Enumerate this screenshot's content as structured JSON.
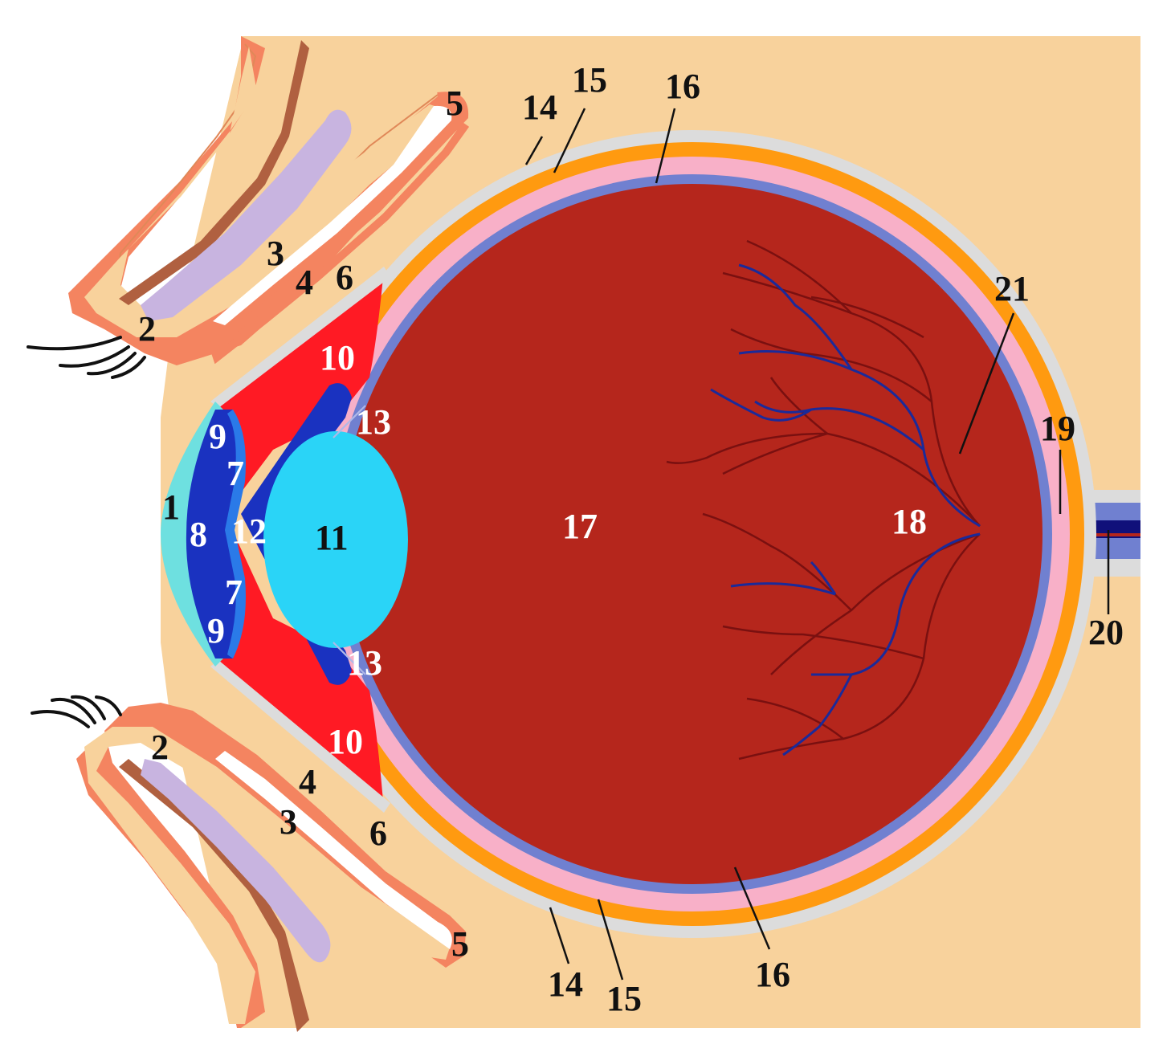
{
  "diagram": {
    "colors": {
      "background": "#ffffff",
      "tissue": "#f8d29c",
      "sclera_outer": "#dcdcdc",
      "choroid_orange": "#ff9a10",
      "pink_layer": "#f8b0c8",
      "retina_blue": "#7080d0",
      "vitreous": "#b5261c",
      "vessel": "#7a1010",
      "vessel_blue": "#1a2a9a",
      "red_chamber": "#ff1a24",
      "dark_blue": "#1a32c0",
      "lens": "#2ad4f7",
      "cornea": "#6ee0e0",
      "lid_skin": "#f48460",
      "lid_muscle": "#b06040",
      "lid_gland": "#c8b4e0"
    },
    "labels": {
      "l1": "1",
      "l2_top": "2",
      "l2_bottom": "2",
      "l3_top": "3",
      "l3_bottom": "3",
      "l4_top": "4",
      "l4_bottom": "4",
      "l5_top": "5",
      "l5_bottom": "5",
      "l6_top": "6",
      "l6_bottom": "6",
      "l7_top": "7",
      "l7_bottom": "7",
      "l8": "8",
      "l9_top": "9",
      "l9_bottom": "9",
      "l10_top": "10",
      "l10_bottom": "10",
      "l11": "11",
      "l12": "12",
      "l13_top": "13",
      "l13_bottom": "13",
      "l14_top": "14",
      "l14_bottom": "14",
      "l15_top": "15",
      "l15_bottom": "15",
      "l16_top": "16",
      "l16_bottom": "16",
      "l17": "17",
      "l18": "18",
      "l19": "19",
      "l20": "20",
      "l21": "21"
    }
  }
}
